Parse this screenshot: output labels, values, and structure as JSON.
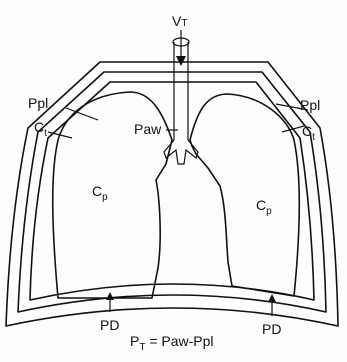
{
  "labels": {
    "tidal_volume": "VT",
    "ppl_left": "Ppl",
    "ppl_right": "Ppl",
    "ct_left": "Ct",
    "ct_right": "Ct",
    "cp_left": "Cp",
    "cp_right": "Cp",
    "paw": "Paw",
    "pd_left": "PD",
    "pd_right": "PD",
    "equation": "PT = Paw-Ppl"
  },
  "glyphs": {
    "ct_main": "C",
    "ct_sub": "t",
    "cp_main": "C",
    "cp_sub": "p",
    "vt_main": "V",
    "vt_sub": "T",
    "eq_p": "P",
    "eq_sub": "T",
    "eq_rest": " = Paw-Ppl"
  }
}
